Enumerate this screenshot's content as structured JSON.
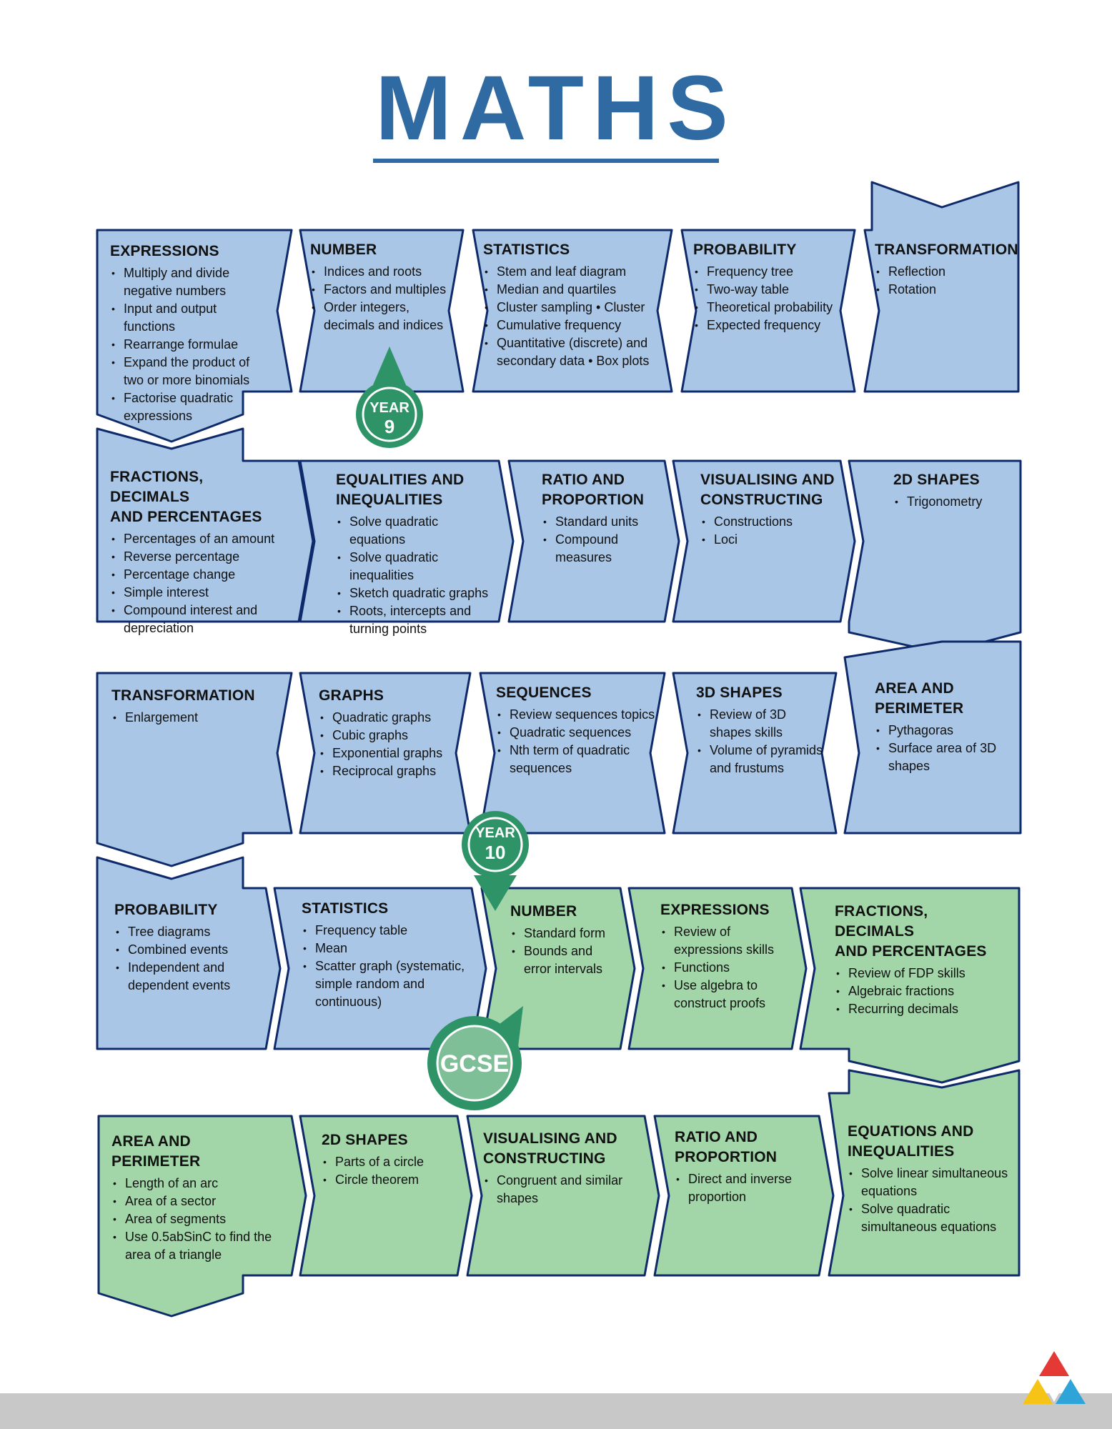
{
  "title": "MATHS",
  "colors": {
    "blue_fill": "#a9c6e6",
    "green_fill": "#a2d6a8",
    "border": "#0e2a6b",
    "title": "#2f6aa2",
    "marker": "#2e9467",
    "marker_light": "#7fbf98"
  },
  "rows": [
    [
      {
        "title": [
          "EXPRESSIONS"
        ],
        "items": [
          "Multiply and divide negative numbers",
          "Input and output functions",
          "Rearrange formulae",
          "Expand the product of two or more binomials",
          "Factorise quadratic expressions"
        ]
      },
      {
        "title": [
          "NUMBER"
        ],
        "items": [
          "Indices and roots",
          "Factors and multiples",
          "Order integers, decimals and indices"
        ]
      },
      {
        "title": [
          "STATISTICS"
        ],
        "items": [
          "Stem and leaf diagram",
          "Median and quartiles",
          "Cluster sampling  •  Cluster",
          "Cumulative frequency",
          "Quantitative (discrete) and secondary data  •  Box plots"
        ]
      },
      {
        "title": [
          "PROBABILITY"
        ],
        "items": [
          "Frequency tree",
          "Two-way table",
          "Theoretical probability",
          "Expected frequency"
        ]
      },
      {
        "title": [
          "TRANSFORMATION"
        ],
        "items": [
          "Reflection",
          "Rotation"
        ]
      }
    ],
    [
      {
        "title": [
          "FRACTIONS, DECIMALS",
          "AND PERCENTAGES"
        ],
        "items": [
          "Percentages of an amount",
          "Reverse percentage",
          "Percentage change",
          "Simple interest",
          "Compound interest and depreciation"
        ]
      },
      {
        "title": [
          "EQUALITIES AND",
          "INEQUALITIES"
        ],
        "items": [
          "Solve quadratic equations",
          "Solve quadratic inequalities",
          "Sketch quadratic graphs",
          "Roots, intercepts and turning points"
        ]
      },
      {
        "title": [
          "RATIO AND",
          "PROPORTION"
        ],
        "items": [
          "Standard units",
          "Compound measures"
        ]
      },
      {
        "title": [
          "VISUALISING AND",
          "CONSTRUCTING"
        ],
        "items": [
          "Constructions",
          "Loci"
        ]
      },
      {
        "title": [
          "2D SHAPES"
        ],
        "items": [
          "Trigonometry"
        ]
      }
    ],
    [
      {
        "title": [
          "TRANSFORMATION"
        ],
        "items": [
          "Enlargement"
        ]
      },
      {
        "title": [
          "GRAPHS"
        ],
        "items": [
          "Quadratic graphs",
          "Cubic graphs",
          "Exponential graphs",
          "Reciprocal graphs"
        ]
      },
      {
        "title": [
          "SEQUENCES"
        ],
        "items": [
          "Review sequences topics",
          "Quadratic sequences",
          "Nth term of quadratic sequences"
        ]
      },
      {
        "title": [
          "3D SHAPES"
        ],
        "items": [
          "Review of 3D shapes skills",
          "Volume of pyramids and frustums"
        ]
      },
      {
        "title": [
          "AREA AND",
          "PERIMETER"
        ],
        "items": [
          "Pythagoras",
          "Surface area of 3D shapes"
        ]
      }
    ],
    [
      {
        "title": [
          "PROBABILITY"
        ],
        "items": [
          "Tree diagrams",
          "Combined events",
          "Independent and dependent events"
        ]
      },
      {
        "title": [
          "STATISTICS"
        ],
        "items": [
          "Frequency table",
          "Mean",
          "Scatter graph (systematic, simple random and continuous)"
        ]
      },
      {
        "title": [
          "NUMBER"
        ],
        "items": [
          "Standard form",
          "Bounds and error intervals"
        ]
      },
      {
        "title": [
          "EXPRESSIONS"
        ],
        "items": [
          "Review of expressions skills",
          "Functions",
          "Use algebra to construct proofs"
        ]
      },
      {
        "title": [
          "FRACTIONS, DECIMALS",
          "AND PERCENTAGES"
        ],
        "items": [
          "Review of FDP skills",
          "Algebraic fractions",
          "Recurring decimals"
        ]
      }
    ],
    [
      {
        "title": [
          "AREA AND PERIMETER"
        ],
        "items": [
          "Length of an arc",
          "Area of a sector",
          "Area of segments",
          "Use 0.5abSinC to find the area of a triangle"
        ]
      },
      {
        "title": [
          "2D SHAPES"
        ],
        "items": [
          "Parts of a circle",
          "Circle theorem"
        ]
      },
      {
        "title": [
          "VISUALISING AND",
          "CONSTRUCTING"
        ],
        "items": [
          "Congruent and similar shapes"
        ]
      },
      {
        "title": [
          "RATIO AND",
          "PROPORTION"
        ],
        "items": [
          "Direct and inverse proportion"
        ]
      },
      {
        "title": [
          "EQUATIONS AND",
          "INEQUALITIES"
        ],
        "items": [
          "Solve linear simultaneous equations",
          "Solve quadratic simultaneous equations"
        ]
      }
    ]
  ],
  "markers": [
    {
      "line1": "YEAR",
      "line2": "9"
    },
    {
      "line1": "YEAR",
      "line2": "10"
    },
    {
      "line1": "GCSE"
    }
  ],
  "logo_colors": [
    "#e53935",
    "#f6c317",
    "#2fa4d8"
  ]
}
